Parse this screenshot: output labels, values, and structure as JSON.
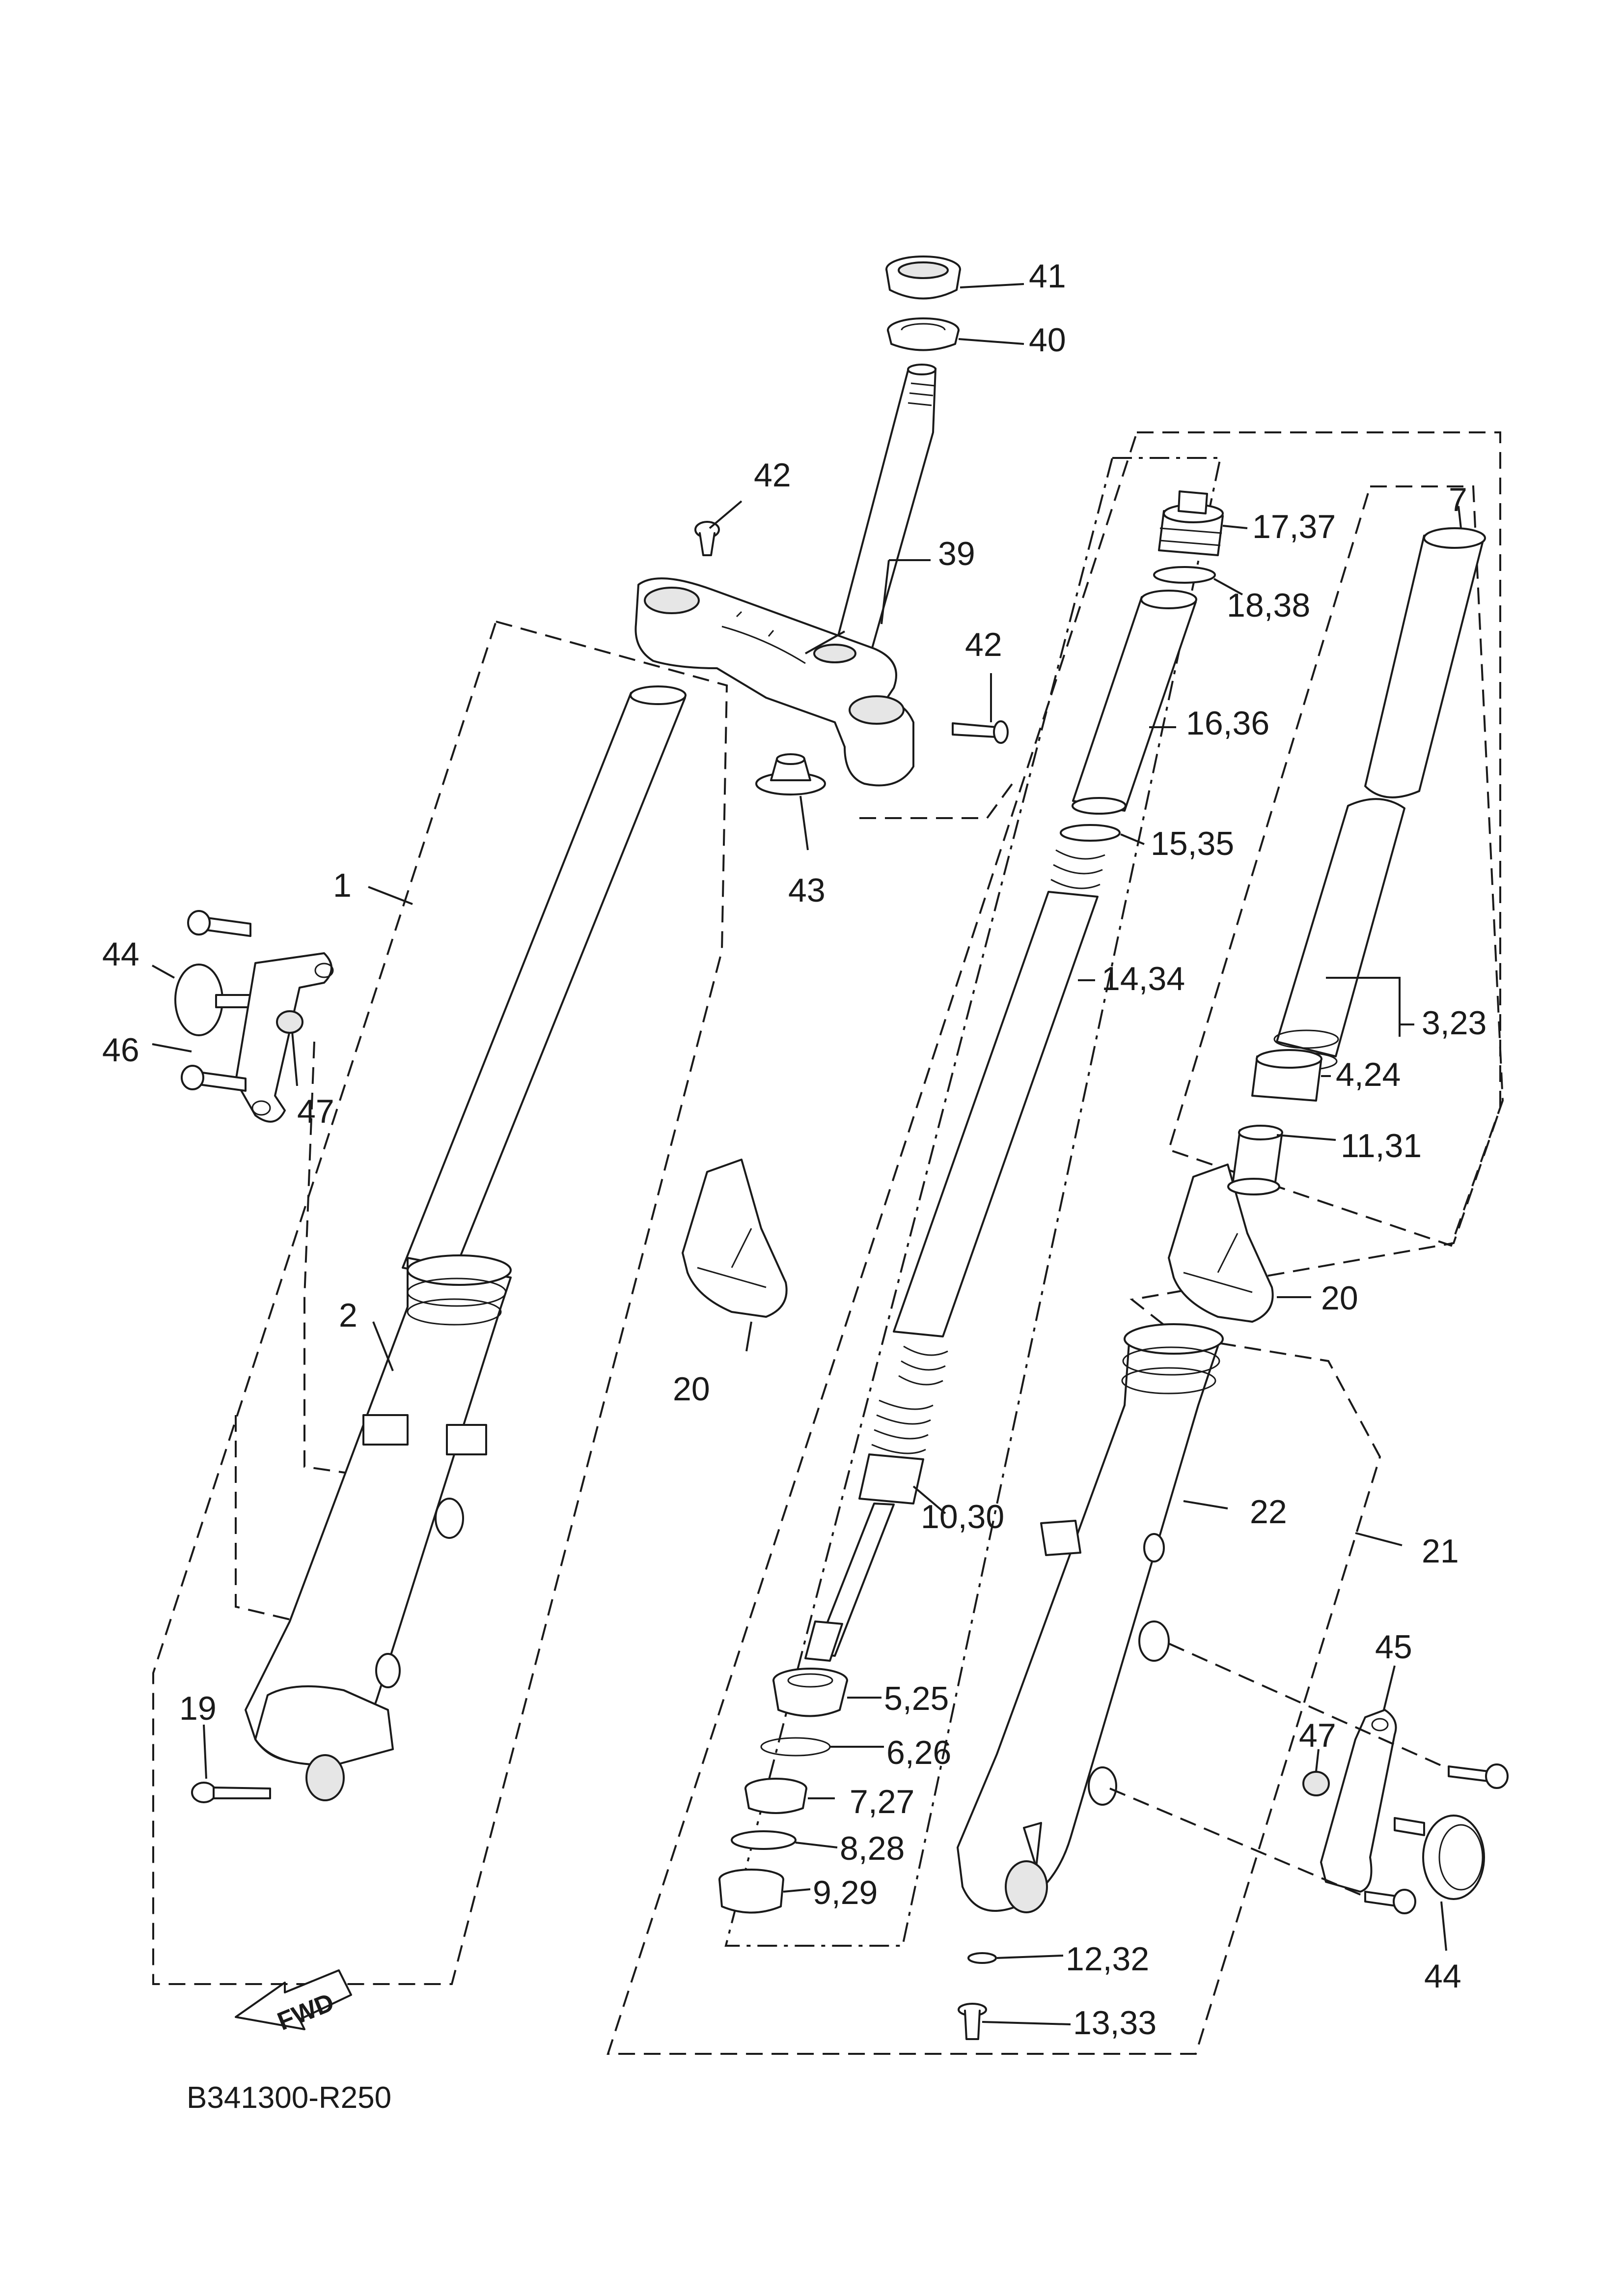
{
  "diagram": {
    "code": "B341300-R250",
    "fwd_label": "FWD",
    "callouts": {
      "c41": "41",
      "c40": "40",
      "c42a": "42",
      "c39": "39",
      "c42b": "42",
      "c43": "43",
      "c17": "17,37",
      "c18": "18,38",
      "c7": "7",
      "c16": "16,36",
      "c15": "15,35",
      "c14": "14,34",
      "c3": "3,23",
      "c4": "4,24",
      "c11": "11,31",
      "c1": "1",
      "c44a": "44",
      "c46": "46",
      "c47a": "47",
      "c20a": "20",
      "c20b": "20",
      "c2": "2",
      "c10": "10,30",
      "c22": "22",
      "c21": "21",
      "c19": "19",
      "c5": "5,25",
      "c6": "6,26",
      "c27": "7,27",
      "c8": "8,28",
      "c9": "9,29",
      "c45": "45",
      "c47b": "47",
      "c12": "12,32",
      "c13": "13,33",
      "c44b": "44"
    }
  }
}
